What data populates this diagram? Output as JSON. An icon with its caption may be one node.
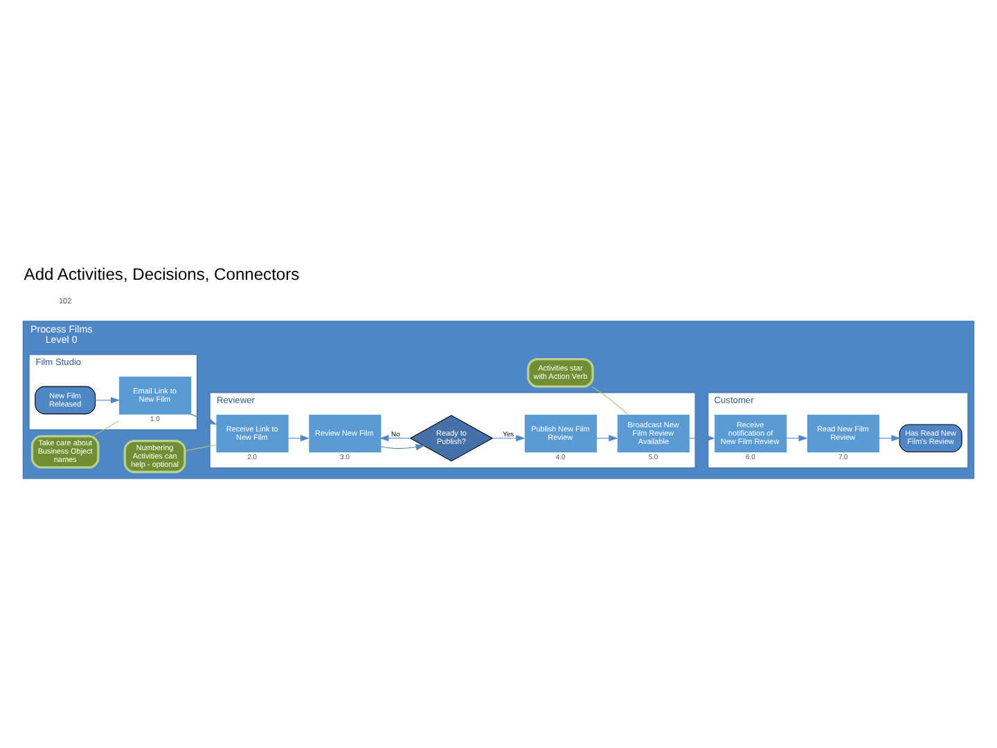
{
  "diagram": {
    "title": "Add Activities, Decisions, Connectors",
    "nodes": [
      {
        "text": [
          "Process Films",
          "Level 0"
        ]
      },
      {
        "text": [
          "Film Studio"
        ],
        "in": 0
      },
      {
        "text": [
          "Reviewer"
        ],
        "in": 0
      },
      {
        "text": [
          "Customer"
        ],
        "in": 0
      },
      {
        "text": [
          "New Film Released"
        ],
        "in": 1
      },
      {
        "text": [
          "Email Link to New Film"
        ],
        "in": 1,
        "beside": [
          "1.0"
        ]
      },
      {
        "text": [
          "Receive Link to New Film"
        ],
        "in": 2,
        "beside": [
          "2.0"
        ]
      },
      {
        "text": [
          "Review New Film"
        ],
        "in": 2,
        "beside": [
          "3.0"
        ]
      },
      {
        "text": [
          "Ready to Publish?"
        ],
        "in": 2
      },
      {
        "text": [
          "Publish New Film Review"
        ],
        "in": 2,
        "beside": [
          "4.0"
        ]
      },
      {
        "text": [
          "Broadcast New Film Review Available"
        ],
        "in": 2,
        "beside": [
          "5.0"
        ]
      },
      {
        "text": [
          "Receive notification of New Film Review"
        ],
        "in": 3,
        "beside": [
          "6.0"
        ]
      },
      {
        "text": [
          "Read New Film Review"
        ],
        "in": 3,
        "beside": [
          "7.0"
        ]
      },
      {
        "text": [
          "Has Read New Film's Review"
        ],
        "in": 3
      },
      {
        "text": [
          "Take care about Business Object names"
        ],
        "in": 0
      },
      {
        "text": [
          "Activities star with Action Verb"
        ],
        "in": 0
      },
      {
        "text": [
          "Numbering Activities can help - optional"
        ],
        "in": 0
      }
    ],
    "edges": [
      {
        "from": 4,
        "to": 5,
        "arrow": "to"
      },
      {
        "from": 5,
        "to": 6,
        "arrow": "to"
      },
      {
        "from": 6,
        "to": 7,
        "arrow": "to"
      },
      {
        "from": 7,
        "to": 8,
        "arrow": "to"
      },
      {
        "from": 8,
        "to": 7,
        "arrow": "to",
        "label": "No"
      },
      {
        "from": 8,
        "to": 9,
        "arrow": "to",
        "label": "Yes"
      },
      {
        "from": 9,
        "to": 10,
        "arrow": "to"
      },
      {
        "from": 10,
        "to": 11,
        "arrow": "to"
      },
      {
        "from": 11,
        "to": 12,
        "arrow": "to"
      },
      {
        "from": 12,
        "to": 13,
        "arrow": "to"
      },
      {
        "from": 14,
        "to": 5,
        "arrow": "none",
        "color": "#a9c47f"
      },
      {
        "from": 15,
        "to": 10,
        "arrow": "none",
        "color": "#a9c47f"
      },
      {
        "from": 16,
        "to": 6,
        "arrow": "none",
        "color": "#a9c47f"
      }
    ],
    "labels": [
      "102"
    ]
  }
}
